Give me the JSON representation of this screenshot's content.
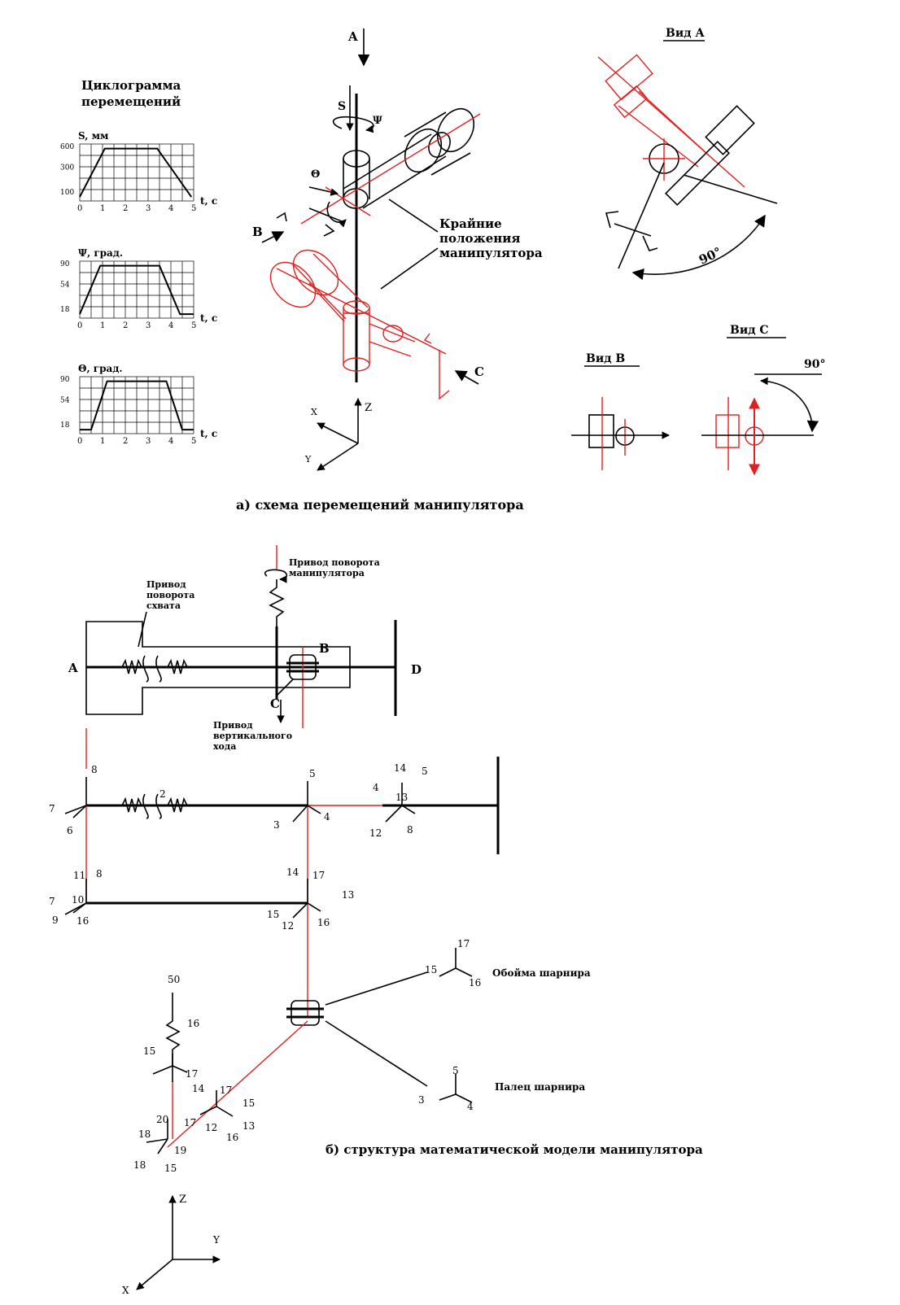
{
  "colors": {
    "primary": "#e02020",
    "ink": "#000000"
  },
  "cyclogram": {
    "title_line1": "Циклограмма",
    "title_line2": "перемещений",
    "charts": [
      {
        "ylabel": "S, мм",
        "yticks": [
          "600",
          "300",
          "100"
        ],
        "xticks": [
          "0",
          "1",
          "2",
          "3",
          "4",
          "5"
        ],
        "xlabel": "t, c",
        "points": [
          [
            0,
            100
          ],
          [
            1.1,
            600
          ],
          [
            3.4,
            600
          ],
          [
            4.9,
            100
          ]
        ],
        "ylim": [
          100,
          600
        ],
        "xlim": [
          0,
          5
        ]
      },
      {
        "ylabel": "Ψ, град.",
        "yticks": [
          "90",
          "54",
          "18"
        ],
        "xticks": [
          "0",
          "1",
          "2",
          "3",
          "4",
          "5"
        ],
        "xlabel": "t, c",
        "points": [
          [
            0,
            18
          ],
          [
            0.9,
            90
          ],
          [
            3.5,
            90
          ],
          [
            4.4,
            18
          ],
          [
            5,
            18
          ]
        ],
        "ylim": [
          18,
          90
        ],
        "xlim": [
          0,
          5
        ]
      },
      {
        "ylabel": "Θ, град.",
        "yticks": [
          "90",
          "54",
          "18"
        ],
        "xticks": [
          "0",
          "1",
          "2",
          "3",
          "4",
          "5"
        ],
        "xlabel": "t, c",
        "points": [
          [
            0,
            18
          ],
          [
            0.5,
            18
          ],
          [
            1.2,
            90
          ],
          [
            3.8,
            90
          ],
          [
            4.5,
            18
          ],
          [
            5,
            18
          ]
        ],
        "ylim": [
          18,
          90
        ],
        "xlim": [
          0,
          5
        ]
      }
    ]
  },
  "scheme": {
    "arrow_a": "A",
    "label_s": "S",
    "label_psi": "Ψ",
    "label_theta": "Θ",
    "arrow_b": "B",
    "arrow_c": "C",
    "extreme_line1": "Крайние",
    "extreme_line2": "положения",
    "extreme_line3": "манипулятора",
    "axis_z": "Z",
    "axis_x": "X",
    "axis_y": "Y"
  },
  "view_a": {
    "title": "Вид А",
    "angle": "90°"
  },
  "view_b": {
    "title": "Вид В"
  },
  "view_c": {
    "title": "Вид С",
    "angle": "90°"
  },
  "caption_a": "а) схема перемещений манипулятора",
  "drive_diagram": {
    "rotate_manip_line1": "Привод поворота",
    "rotate_manip_line2": "манипулятора",
    "rotate_grip_line1": "Привод",
    "rotate_grip_line2": "поворота",
    "rotate_grip_line3": "схвата",
    "vertical_line1": "Привод",
    "vertical_line2": "вертикального",
    "vertical_line3": "хода",
    "point_a": "A",
    "point_b": "B",
    "point_c": "C",
    "point_d": "D"
  },
  "model": {
    "nodes": [
      "8",
      "7",
      "6",
      "2",
      "5",
      "3",
      "4",
      "4",
      "14",
      "5",
      "13",
      "12",
      "8",
      "11",
      "8",
      "7",
      "10",
      "9",
      "16",
      "14",
      "17",
      "13",
      "15",
      "12",
      "16",
      "50",
      "16",
      "15",
      "17",
      "14",
      "17",
      "15",
      "20",
      "17",
      "12",
      "13",
      "16",
      "18",
      "19",
      "18",
      "15",
      "17",
      "15",
      "16",
      "5",
      "3",
      "4"
    ],
    "hinge_outer": "Обойма шарнира",
    "hinge_pin": "Палец шарнира",
    "axis_z": "Z",
    "axis_y": "Y",
    "axis_x": "X"
  },
  "caption_b": "б) структура математической модели манипулятора"
}
